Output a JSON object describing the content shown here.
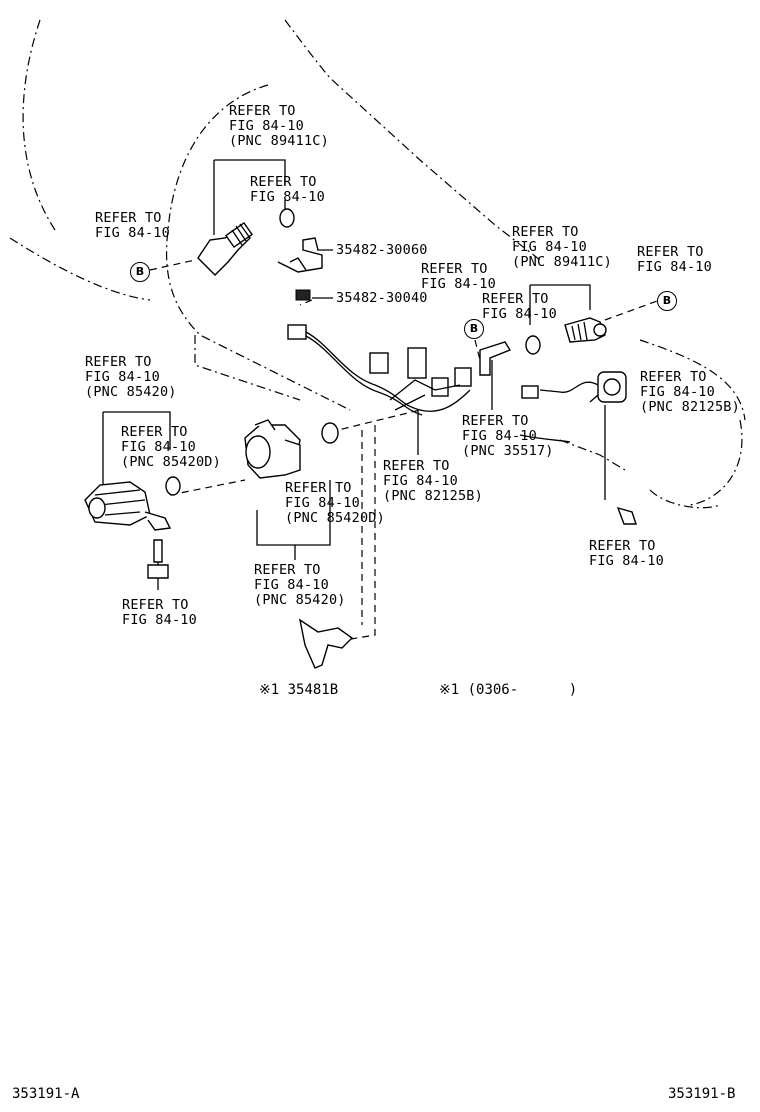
{
  "labels": {
    "l1": "REFER TO\nFIG 84-10\n(PNC 89411C)",
    "l2": "REFER TO\nFIG 84-10",
    "l3": "REFER TO\nFIG 84-10",
    "l4": "35482-30060",
    "l5": "35482-30040",
    "l6": "REFER TO\nFIG 84-10",
    "l7": "REFER TO\nFIG 84-10\n(PNC 89411C)",
    "l8": "REFER TO\nFIG 84-10",
    "l9": "REFER TO\nFIG 84-10",
    "l10": "REFER TO\nFIG 84-10\n(PNC 82125B)",
    "l11": "REFER TO\nFIG 84-10\n(PNC 85420)",
    "l12": "REFER TO\nFIG 84-10\n(PNC 85420D)",
    "l13": "REFER TO\nFIG 84-10\n(PNC 35517)",
    "l14": "REFER TO\nFIG 84-10\n(PNC 82125B)",
    "l15": "REFER TO\nFIG 84-10\n(PNC 85420D)",
    "l16": "REFER TO\nFIG 84-10",
    "l17": "REFER TO\nFIG 84-10\n(PNC 85420)",
    "l18": "REFER TO\nFIG 84-10"
  },
  "part_code": "※1 35481B",
  "footnote": "※1 (0306-      )",
  "callout_letter": "B",
  "figure_id_left": "353191-A",
  "figure_id_right": "353191-B"
}
